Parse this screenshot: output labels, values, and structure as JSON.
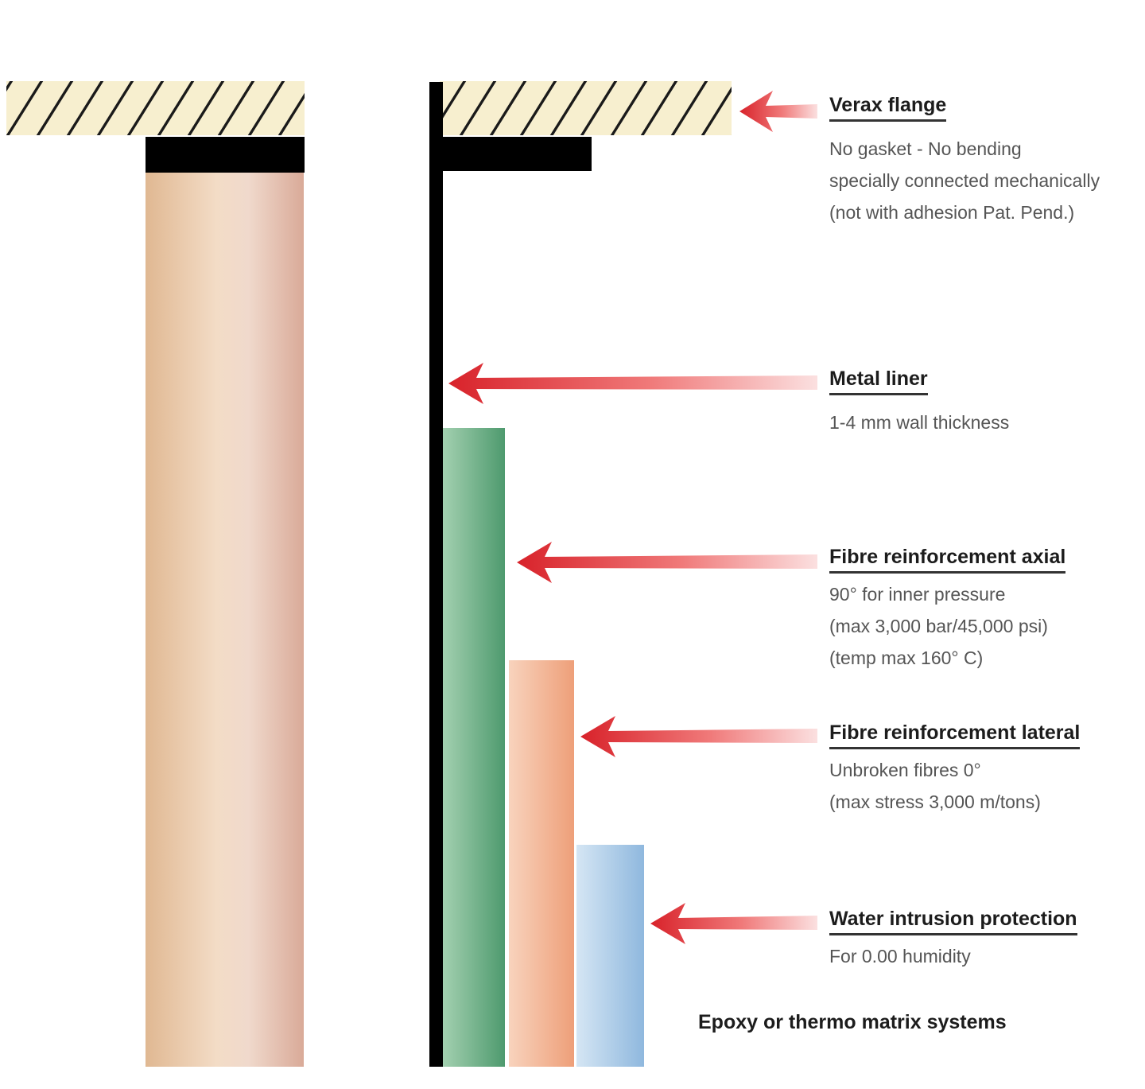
{
  "colors": {
    "hatch_fill": "#f7efcf",
    "hatch_line": "#1a1a1a",
    "flange": "#000000",
    "liner": "#000000",
    "pipe": "#e8c4a4",
    "fibre_axial": "#6fb389",
    "fibre_lateral": "#f0b090",
    "water_protection": "#a9c9e6",
    "arrow": "#e33a3a"
  },
  "labels": {
    "flange": {
      "title": "Verax flange",
      "lines": [
        "No gasket - No bending",
        "specially connected mechanically",
        "(not with adhesion Pat. Pend.)"
      ]
    },
    "liner": {
      "title": "Metal liner",
      "lines": [
        "1-4 mm wall thickness"
      ]
    },
    "axial": {
      "title": "Fibre reinforcement axial",
      "lines": [
        "90° for inner pressure",
        "(max 3,000 bar/45,000 psi)",
        "(temp max 160° C)"
      ]
    },
    "lateral": {
      "title": "Fibre reinforcement lateral",
      "lines": [
        "Unbroken fibres 0°",
        "(max stress 3,000 m/tons)"
      ]
    },
    "water": {
      "title": "Water intrusion protection",
      "lines": [
        "For 0.00 humidity"
      ]
    }
  },
  "footer": "Epoxy or thermo matrix systems"
}
